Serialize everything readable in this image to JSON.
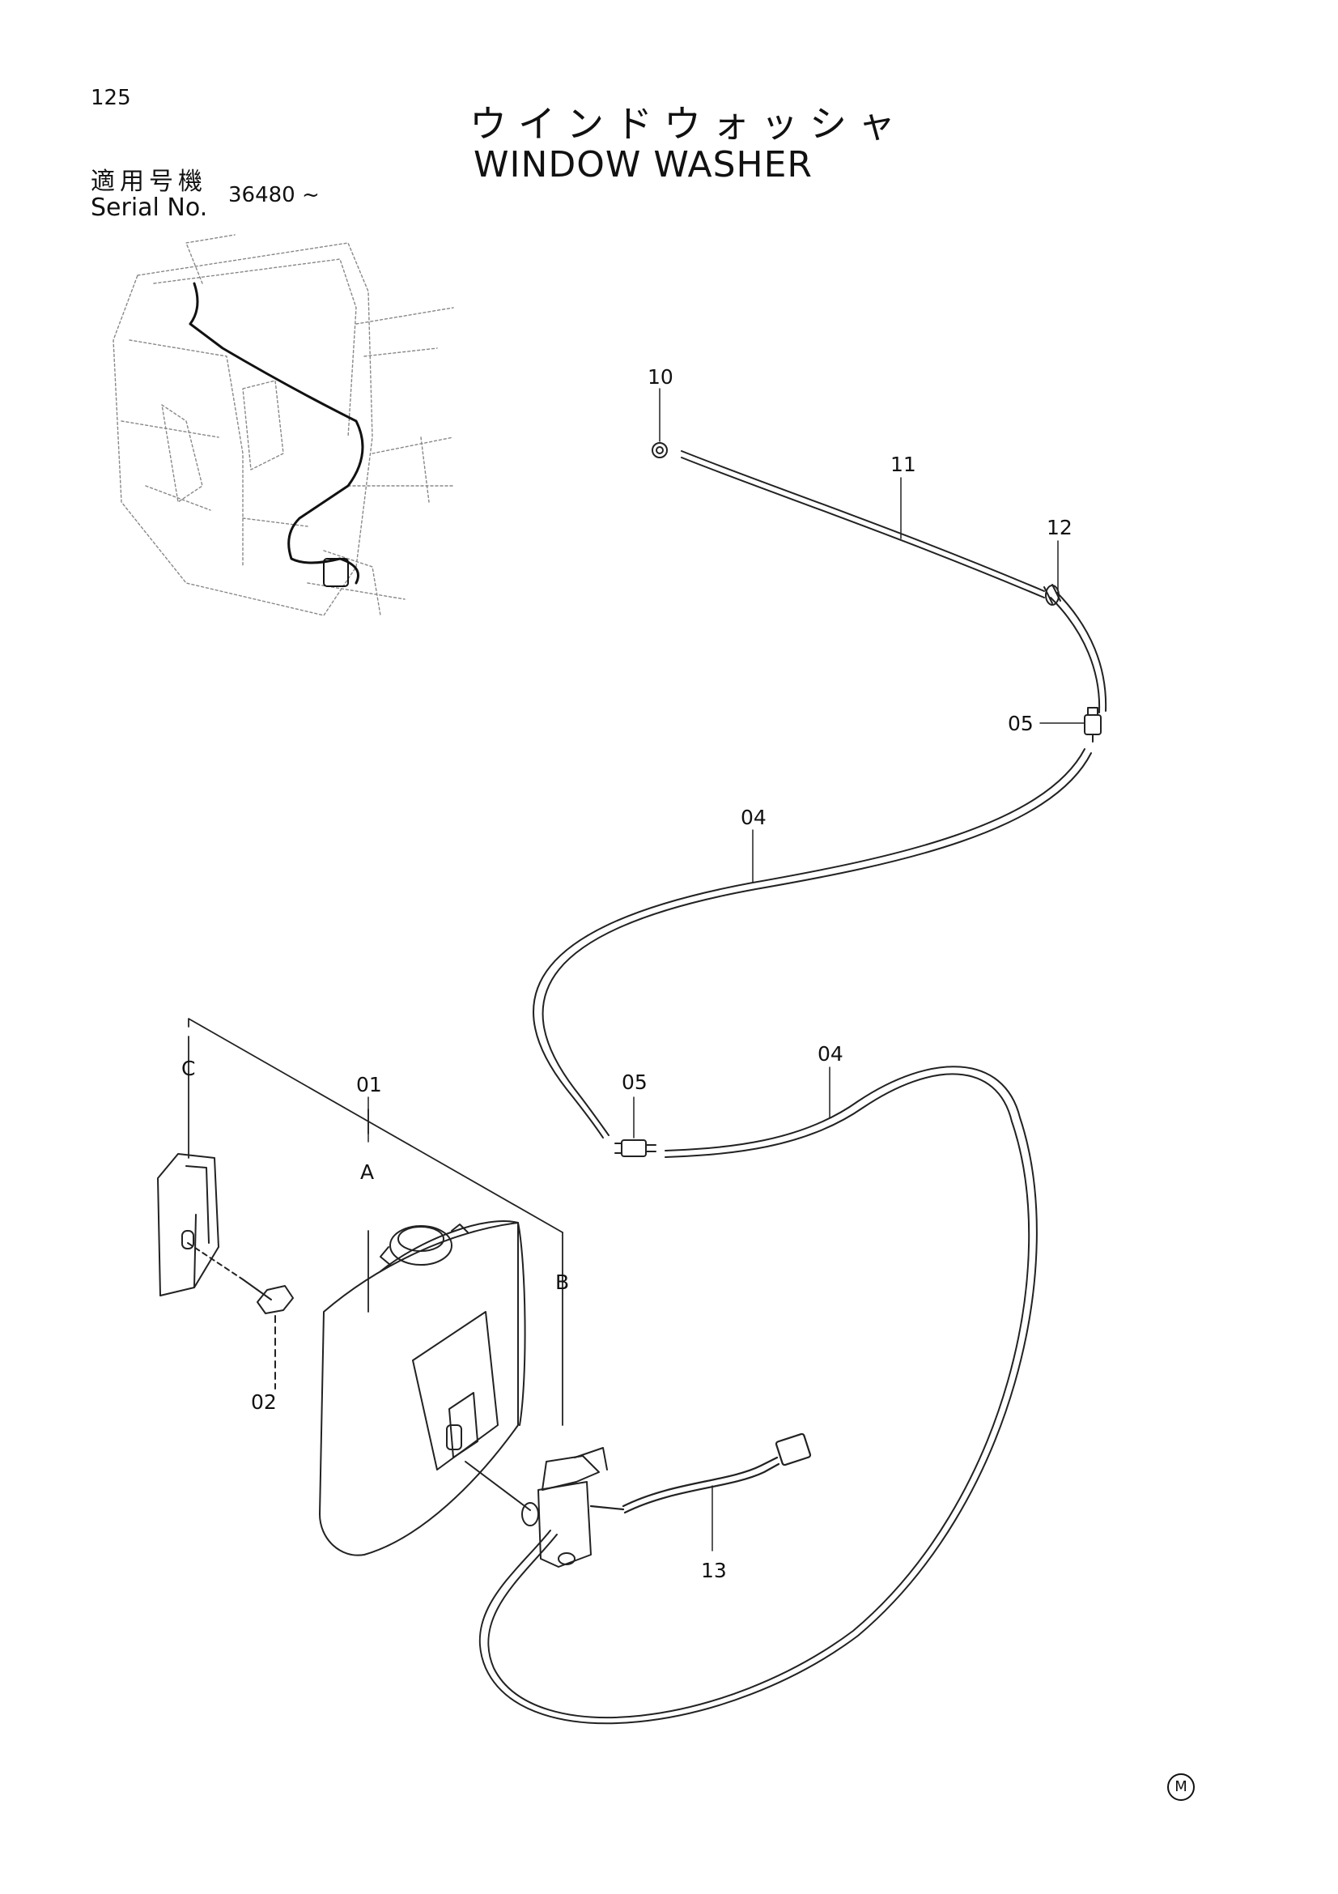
{
  "header": {
    "page_number": "125",
    "title_jp": "ウインドウォッシャ",
    "title_en": "WINDOW WASHER",
    "serial_label_jp": "適用号機",
    "serial_label_en": "Serial No.",
    "serial_value": "36480 ~"
  },
  "callouts": {
    "c01": "01",
    "c02": "02",
    "c04a": "04",
    "c04b": "04",
    "c05a": "05",
    "c05b": "05",
    "c10": "10",
    "c11": "11",
    "c12": "12",
    "c13": "13",
    "refA": "A",
    "refB": "B",
    "refC": "C"
  },
  "footer": {
    "mark": "M"
  }
}
